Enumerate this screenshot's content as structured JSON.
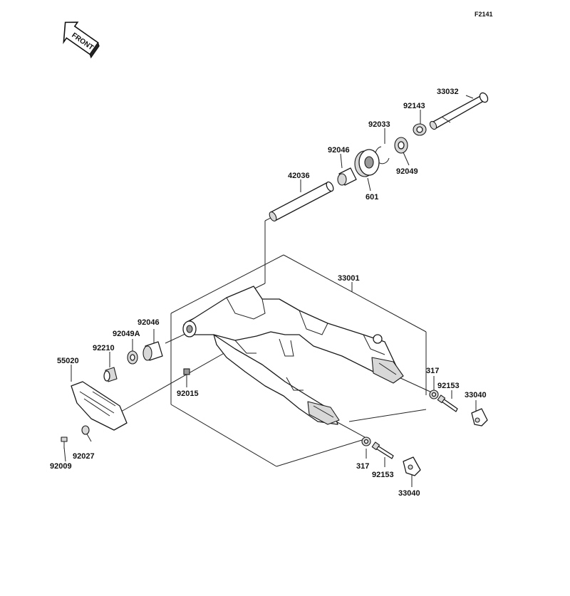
{
  "figure_code": "F2141",
  "front_label": "FRONT",
  "parts": {
    "p33032": "33032",
    "p92143": "92143",
    "p92033": "92033",
    "p92046_top": "92046",
    "p92049_top": "92049",
    "p601": "601",
    "p42036": "42036",
    "p33001": "33001",
    "p92046_left": "92046",
    "p92049A": "92049A",
    "p92210": "92210",
    "p55020": "55020",
    "p92015": "92015",
    "p317_right": "317",
    "p92153_right": "92153",
    "p33040_right": "33040",
    "p92027": "92027",
    "p92009": "92009",
    "p317_bottom": "317",
    "p92153_bottom": "92153",
    "p33040_bottom": "33040"
  }
}
